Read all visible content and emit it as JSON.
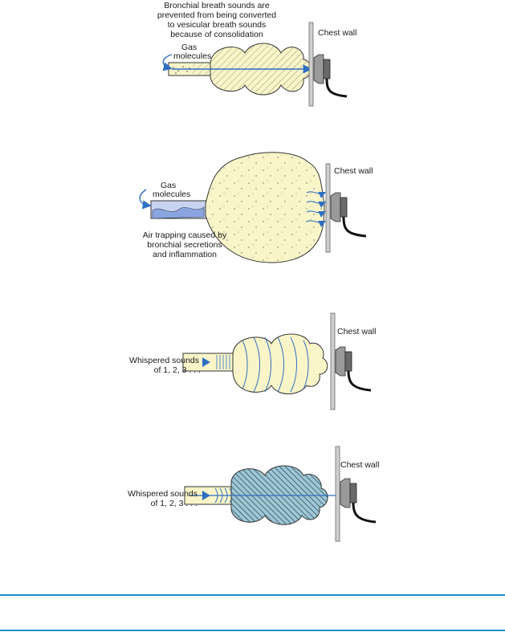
{
  "colors": {
    "lung_fill": "#f9f5c9",
    "hatch": "#8a8a6a",
    "blue": "#2f6fc2",
    "dark_hatch": "#2d3d4a",
    "dark_fill": "#9cc7d6",
    "wall": "#8f8f8f",
    "rule": "#1a8fc9"
  },
  "panels": [
    {
      "id": "bronchial-breath",
      "caption": [
        "Bronchial breath sounds are",
        "prevented from being converted",
        "to vesicular breath sounds",
        "because of consolidation"
      ],
      "inner_label": [
        "Gas",
        "molecules"
      ],
      "chest_wall": "Chest wall",
      "pattern": "hatch",
      "arrow_icon": "curved-arrow-icon",
      "stethoscope_icon": "stethoscope-icon"
    },
    {
      "id": "air-trapping",
      "inner_label": [
        "Gas",
        "molecules"
      ],
      "bottom_label": [
        "Air trapping caused by",
        "bronchial secretions",
        "and inflammation"
      ],
      "chest_wall": "Chest wall",
      "pattern": "dots",
      "arrow_icon": "curved-arrow-icon",
      "stethoscope_icon": "stethoscope-icon"
    },
    {
      "id": "whispered-normal",
      "side_label": [
        "Whispered sounds",
        "of 1, 2, 3 . . ."
      ],
      "chest_wall": "Chest wall",
      "pattern": "arcs",
      "stethoscope_icon": "stethoscope-icon"
    },
    {
      "id": "whispered-consolidated",
      "side_label": [
        "Whispered sounds",
        "of 1, 2, 3 . . ."
      ],
      "chest_wall": "Chest wall",
      "pattern": "dense-hatch",
      "stethoscope_icon": "stethoscope-icon"
    }
  ]
}
